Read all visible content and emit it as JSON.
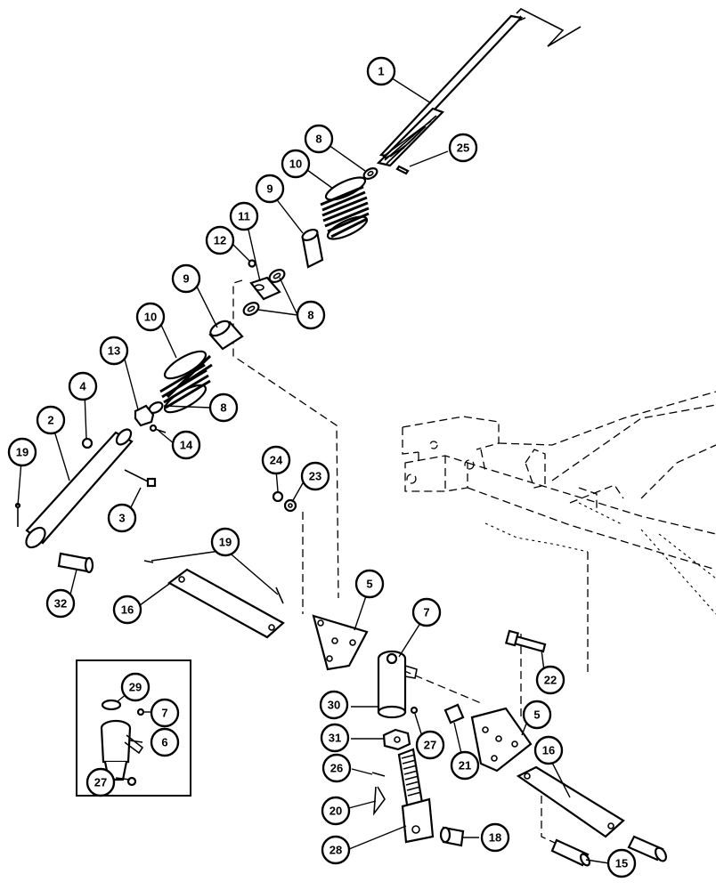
{
  "callouts": {
    "c1": "1",
    "c2": "2",
    "c3": "3",
    "c4": "4",
    "c5a": "5",
    "c5b": "5",
    "c6": "6",
    "c7a": "7",
    "c7b": "7",
    "c8a": "8",
    "c8b": "8",
    "c8c": "8",
    "c9a": "9",
    "c9b": "9",
    "c10a": "10",
    "c10b": "10",
    "c11": "11",
    "c12": "12",
    "c13": "13",
    "c14": "14",
    "c15": "15",
    "c16a": "16",
    "c16b": "16",
    "c18": "18",
    "c19a": "19",
    "c19b": "19",
    "c20": "20",
    "c21": "21",
    "c22": "22",
    "c23": "23",
    "c24": "24",
    "c25": "25",
    "c26": "26",
    "c27a": "27",
    "c27b": "27",
    "c28": "28",
    "c29": "29",
    "c30": "30",
    "c31": "31",
    "c32": "32"
  }
}
